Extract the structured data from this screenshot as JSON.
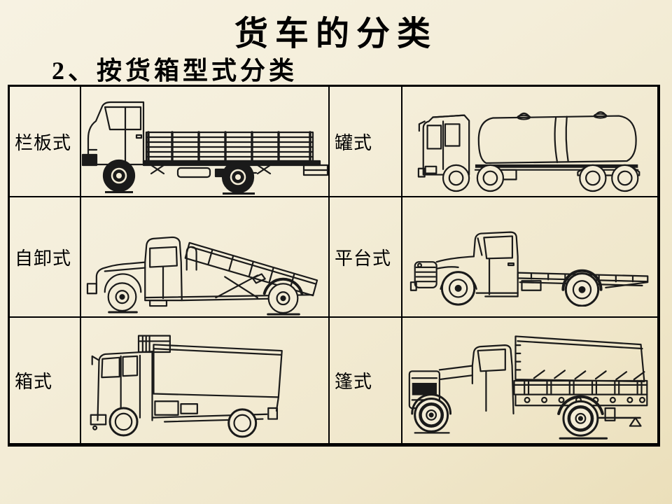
{
  "slide": {
    "title": "货车的分类",
    "subtitle": "2、按货箱型式分类"
  },
  "table": {
    "cells": [
      {
        "label": "栏板式",
        "illustration": "stake-bed-truck"
      },
      {
        "label": "罐式",
        "illustration": "tank-truck"
      },
      {
        "label": "自卸式",
        "illustration": "dump-truck"
      },
      {
        "label": "平台式",
        "illustration": "flatbed-truck"
      },
      {
        "label": "箱式",
        "illustration": "box-van-truck"
      },
      {
        "label": "篷式",
        "illustration": "tarpaulin-truck"
      }
    ]
  },
  "colors": {
    "background_top_left": "#f7f2e2",
    "background_bottom_right": "#ebdfba",
    "table_border": "#000000",
    "drawing_ink": "#1a1a1a",
    "text": "#000000"
  }
}
